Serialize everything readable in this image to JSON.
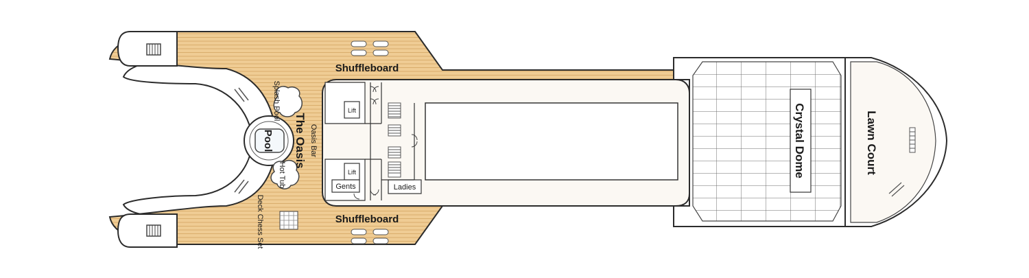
{
  "deck_plan": {
    "labels": {
      "shuffleboard_top": "Shuffleboard",
      "shuffleboard_bottom": "Shuffleboard",
      "splash_pool": "Splash Pool",
      "the_oasis": "The Oasis",
      "pool": "Pool",
      "oasis_bar": "Oasis Bar",
      "hot_tub": "Hot Tub",
      "deck_chess_set": "Deck Chess Set",
      "lift_upper": "Lift",
      "lift_lower": "Lift",
      "gents": "Gents",
      "ladies": "Ladies",
      "crystal_dome": "Crystal Dome",
      "lawn_court": "Lawn Court"
    },
    "colors": {
      "deck_wood": "#efcc94",
      "deck_wood_lines": "#d9ad6c",
      "floor": "#fbf8f3",
      "outline": "#2b2b2b",
      "background": "#ffffff"
    }
  }
}
